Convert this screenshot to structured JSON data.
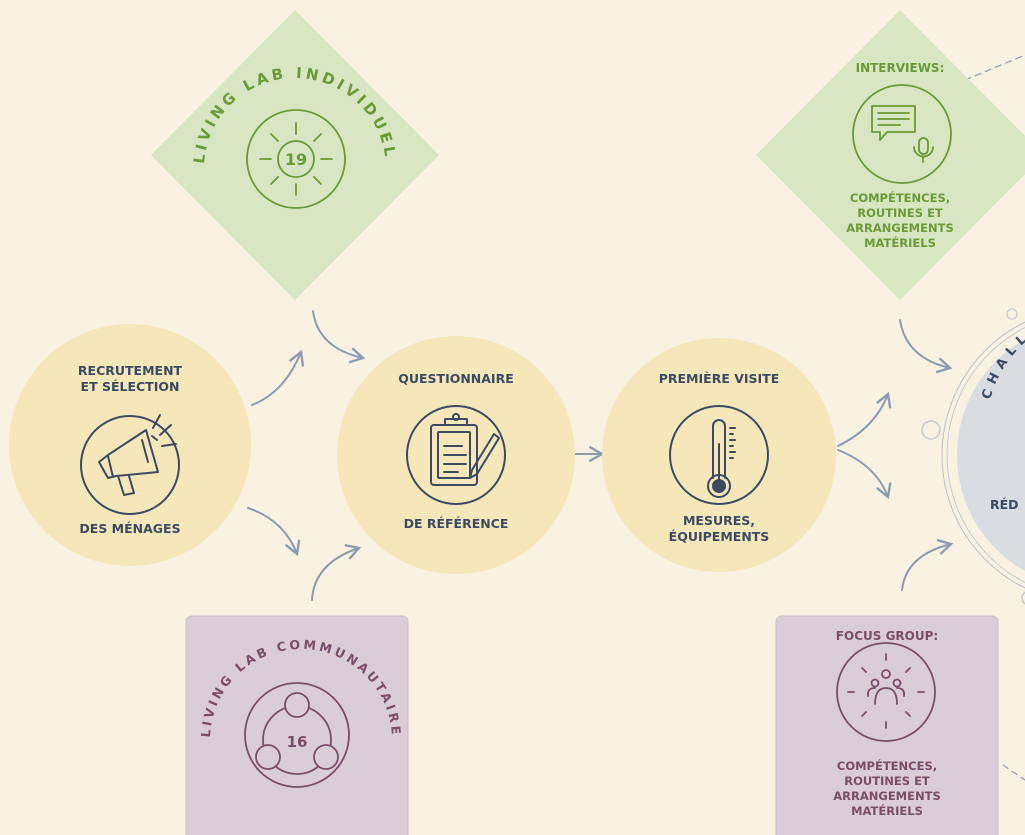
{
  "colors": {
    "background": "#f9f2e3",
    "yellow_circle": "#f6e7bb",
    "green_diamond": "#d8e6c3",
    "green_accent": "#6a9a35",
    "purple_box": "#dacdd5",
    "purple_accent": "#7a4d67",
    "navy": "#3a4a63",
    "arrow": "#8a9bb1",
    "blue_circle": "#d9dde2"
  },
  "steps": {
    "recruitment": {
      "title_line1": "RECRUTEMENT",
      "title_line2": "ET SÉLECTION",
      "subtitle": "DES MÉNAGES",
      "icon": "megaphone-icon"
    },
    "questionnaire": {
      "title": "QUESTIONNAIRE",
      "subtitle": "DE RÉFÉRENCE",
      "icon": "clipboard-icon"
    },
    "first_visit": {
      "title": "PREMIÈRE VISITE",
      "subtitle_line1": "MESURES,",
      "subtitle_line2": "ÉQUIPEMENTS",
      "icon": "thermometer-icon"
    }
  },
  "living_lab_individual": {
    "title": "LIVING LAB INDIVIDUEL",
    "count": "19",
    "icon": "sun-icon"
  },
  "living_lab_community": {
    "title": "LIVING LAB COMMUNAUTAIRE",
    "count": "16",
    "icon": "network-icon"
  },
  "interviews": {
    "title": "INTERVIEWS:",
    "line1": "COMPÉTENCES,",
    "line2": "ROUTINES ET",
    "line3": "ARRANGEMENTS",
    "line4": "MATÉRIELS",
    "icon": "chat-microphone-icon"
  },
  "focus_group": {
    "title": "FOCUS GROUP:",
    "line1": "COMPÉTENCES,",
    "line2": "ROUTINES ET",
    "line3": "ARRANGEMENTS",
    "line4": "MATÉRIELS",
    "icon": "group-icon"
  },
  "challenge": {
    "arc_text": "CHALL",
    "text": "RÉD"
  }
}
